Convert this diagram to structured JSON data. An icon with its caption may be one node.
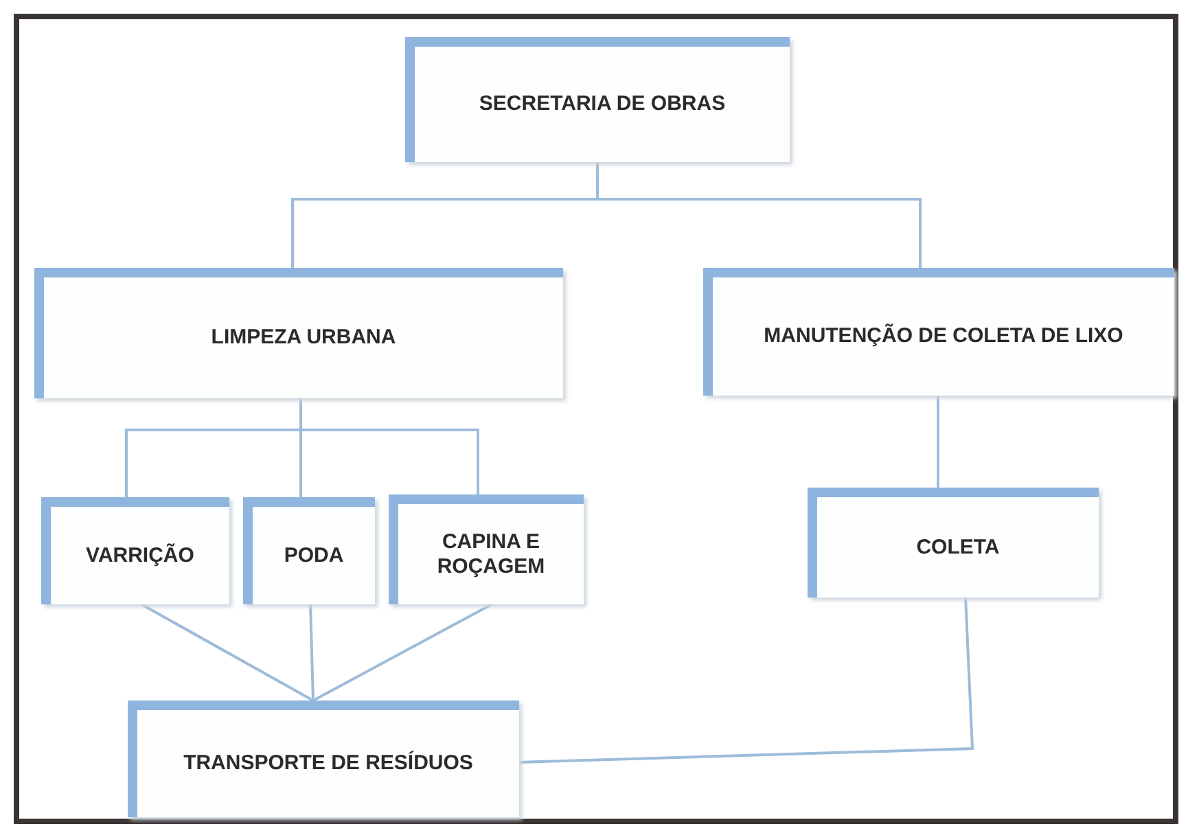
{
  "diagram": {
    "nodes": [
      {
        "text": [
          "SECRETARIA DE OBRAS"
        ]
      },
      {
        "text": [
          "LIMPEZA URBANA"
        ]
      },
      {
        "text": [
          "MANUTENÇÃO DE COLETA DE LIXO"
        ]
      },
      {
        "text": [
          "VARRIÇÃO"
        ]
      },
      {
        "text": [
          "PODA"
        ]
      },
      {
        "text": [
          "CAPINA E ROÇAGEM"
        ]
      },
      {
        "text": [
          "COLETA"
        ]
      },
      {
        "text": [
          "TRANSPORTE DE RESÍDUOS"
        ]
      }
    ],
    "edges": [
      {
        "from": 0,
        "to": 1,
        "arrow": "none"
      },
      {
        "from": 0,
        "to": 2,
        "arrow": "none"
      },
      {
        "from": 1,
        "to": 3,
        "arrow": "none"
      },
      {
        "from": 1,
        "to": 4,
        "arrow": "none"
      },
      {
        "from": 1,
        "to": 5,
        "arrow": "none"
      },
      {
        "from": 2,
        "to": 6,
        "arrow": "none"
      },
      {
        "from": 3,
        "to": 7,
        "arrow": "none"
      },
      {
        "from": 4,
        "to": 7,
        "arrow": "none"
      },
      {
        "from": 5,
        "to": 7,
        "arrow": "none"
      },
      {
        "from": 6,
        "to": 7,
        "arrow": "none"
      }
    ]
  }
}
